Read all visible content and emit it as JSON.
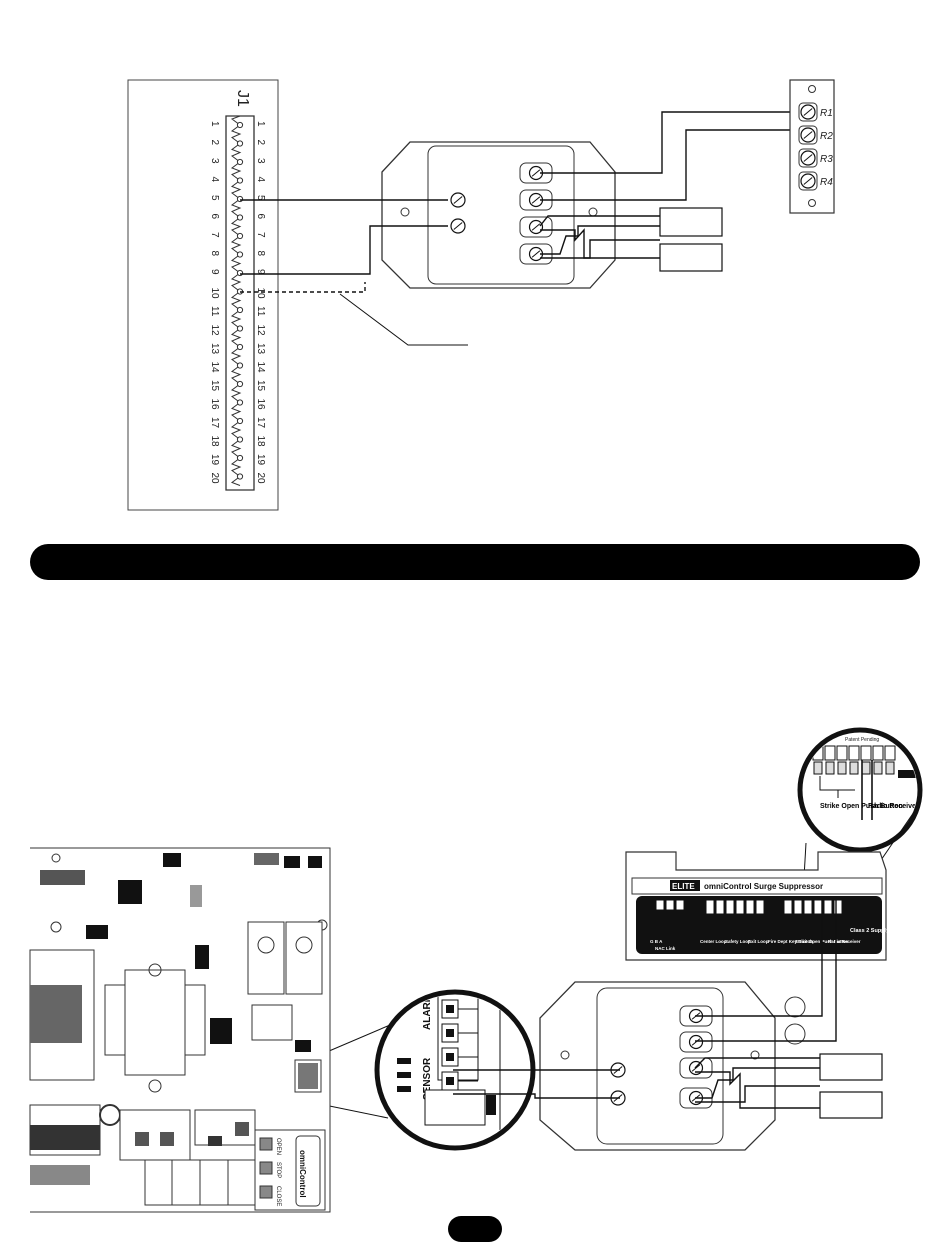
{
  "connector": {
    "title": "J1",
    "pins": [
      "1",
      "2",
      "3",
      "4",
      "5",
      "6",
      "7",
      "8",
      "9",
      "10",
      "11",
      "12",
      "13",
      "14",
      "15",
      "16",
      "17",
      "18",
      "19",
      "20"
    ]
  },
  "relay_block": {
    "labels": [
      "R1",
      "R2",
      "R3",
      "R4"
    ]
  },
  "suppressor": {
    "patent": "Patent Pending",
    "brand": "ELITE",
    "title": "omniControl Surge Suppressor",
    "terminals": [
      {
        "label": "G  B  A"
      },
      {
        "label": "NAC Link"
      },
      {
        "label": "Center Loop"
      },
      {
        "label": "Safety Loop"
      },
      {
        "label": "Exit Loop"
      },
      {
        "label": "Fire Dept Key Switch"
      },
      {
        "label": "Strike Open Push Button"
      },
      {
        "label": "Radio Receiver"
      }
    ],
    "supply": "Class 2 Supply"
  },
  "zoom_top": {
    "labels": [
      "Strike Open Push Button",
      "Radio Receiver"
    ]
  },
  "zoom_left": {
    "labels": [
      "ALARM",
      "SENSOR"
    ]
  },
  "board": {
    "buttons": [
      "OPEN",
      "STOP",
      "CLOSE"
    ],
    "brand": "omniControl"
  }
}
